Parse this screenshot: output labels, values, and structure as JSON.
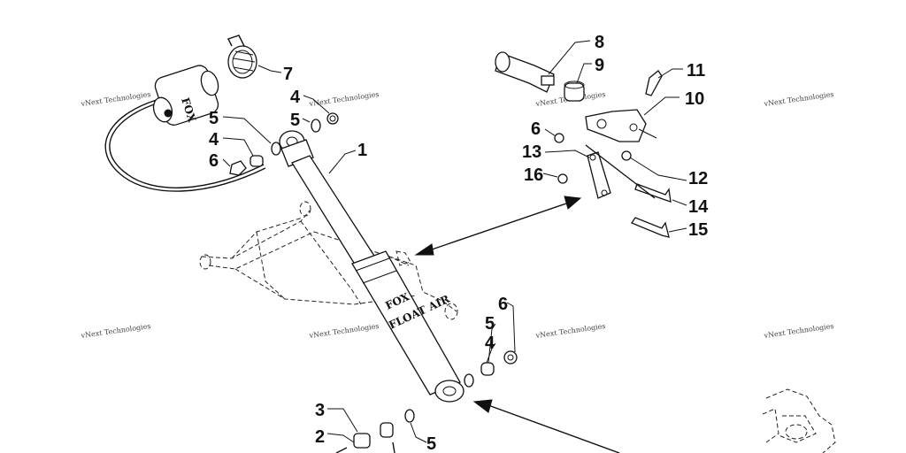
{
  "diagram": {
    "callouts": [
      "1",
      "2",
      "3",
      "4",
      "4",
      "4",
      "5",
      "5",
      "5",
      "5",
      "6",
      "6",
      "6",
      "16",
      "7",
      "8",
      "9",
      "10",
      "11",
      "12",
      "13",
      "14",
      "15"
    ],
    "watermark_text": "vNext Technologies",
    "shock_brand": "FOX",
    "shock_model": "FLOAT AIR"
  }
}
